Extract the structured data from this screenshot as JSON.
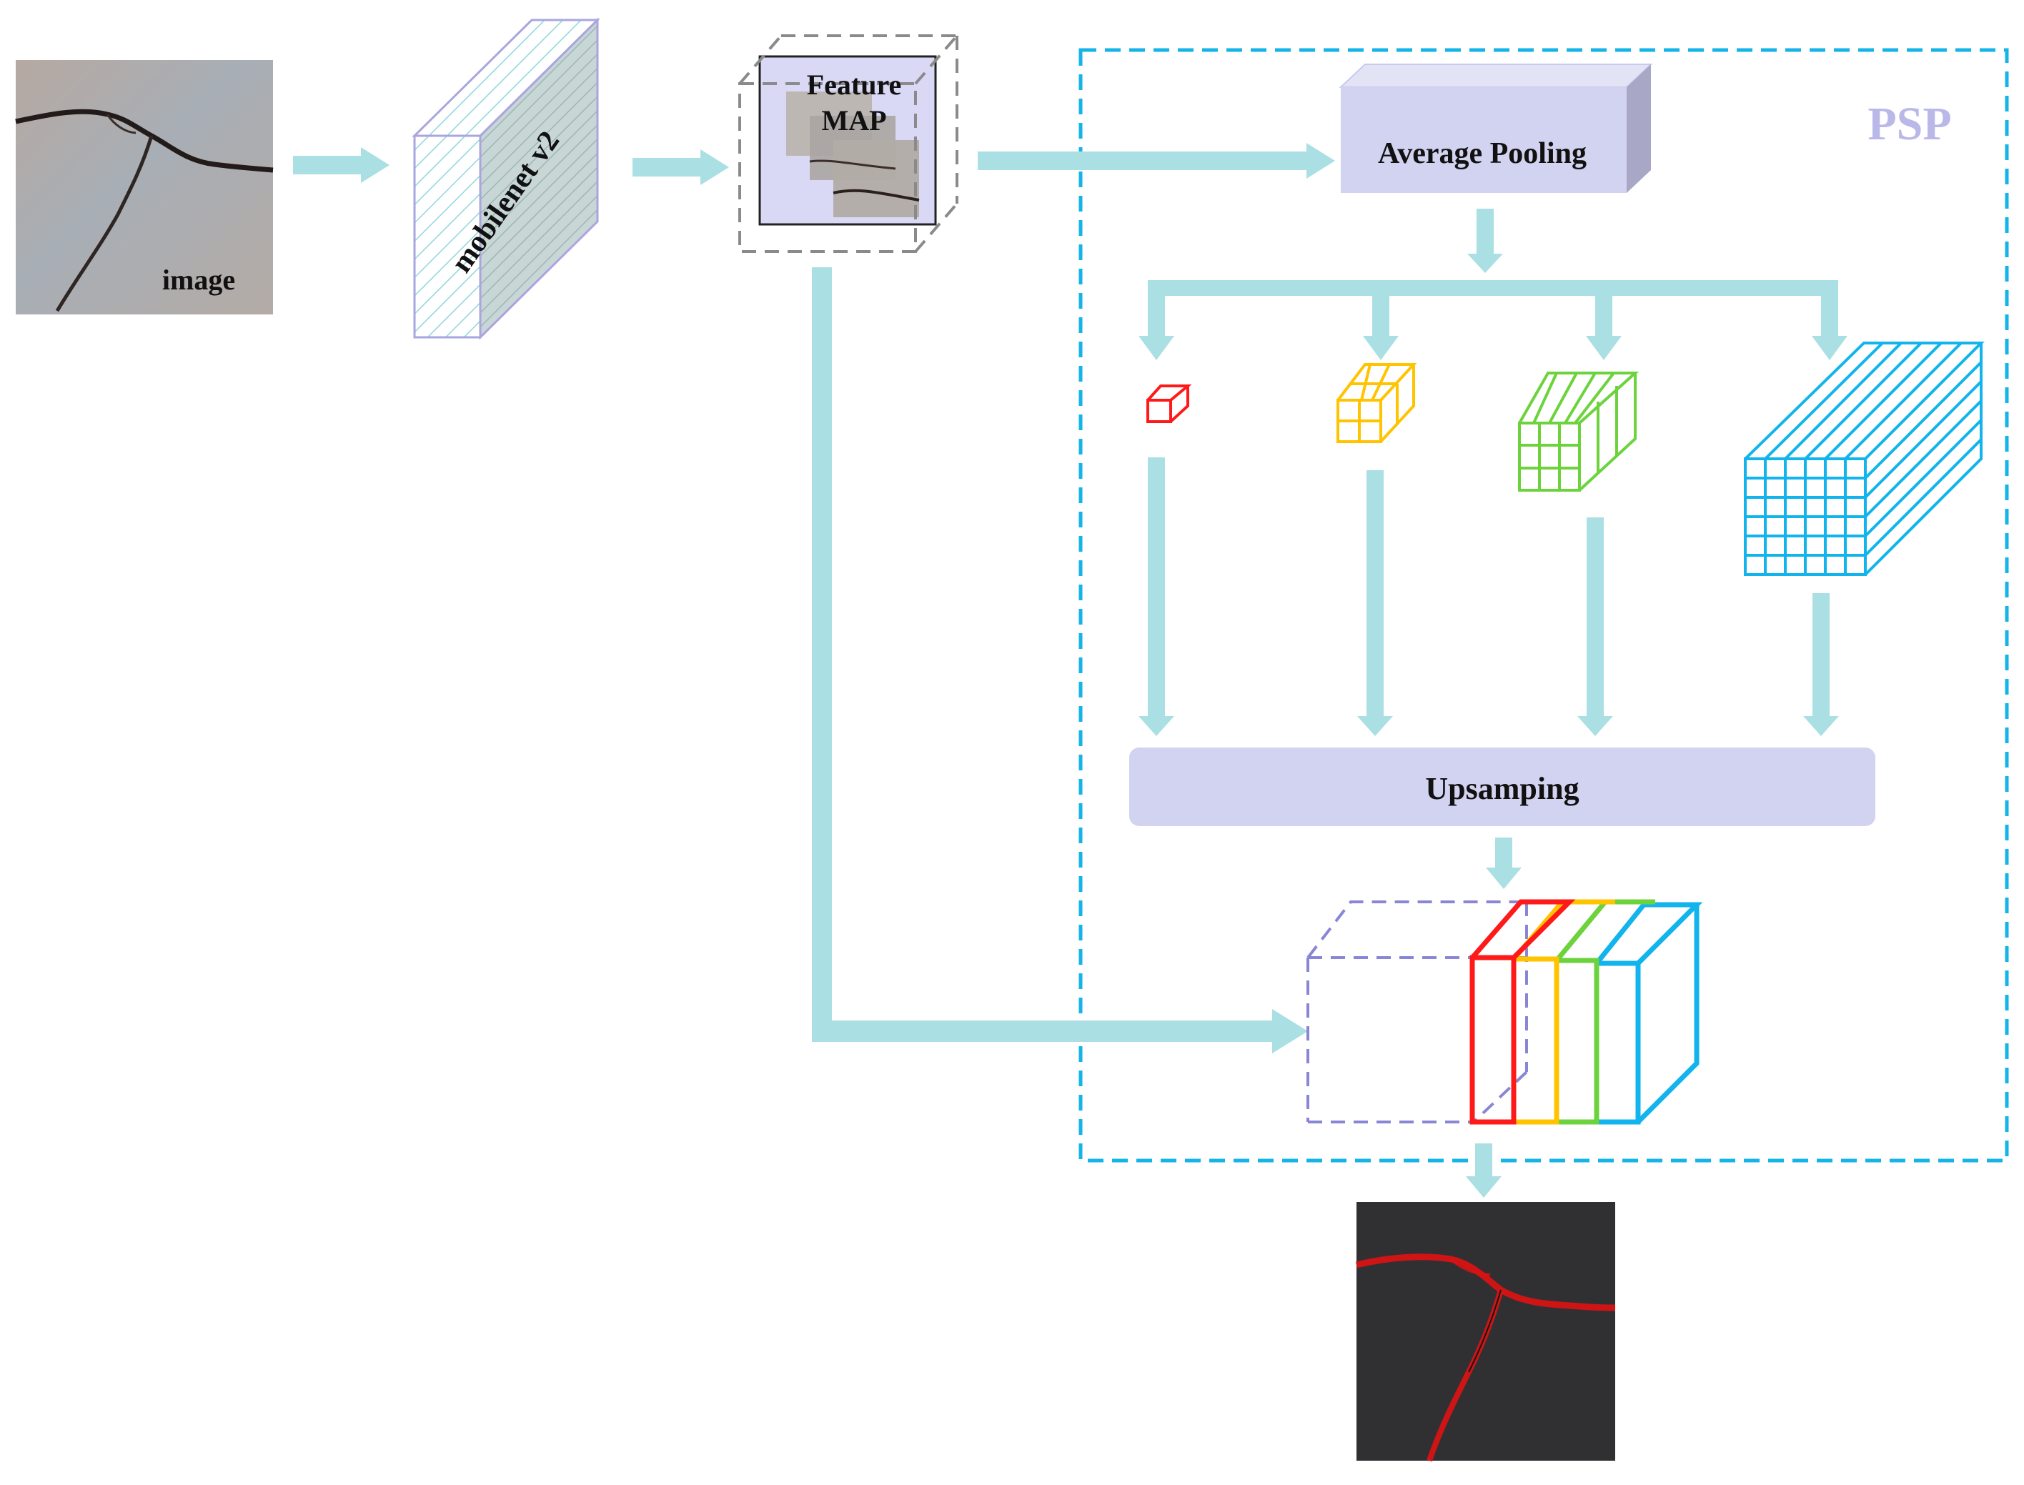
{
  "labels": {
    "input_image": "image",
    "backbone": "mobilenet v2",
    "feature_map_line1": "Feature",
    "feature_map_line2": "MAP",
    "average_pooling": "Average Pooling",
    "upsampling": "Upsamping",
    "psp": "PSP"
  },
  "colors": {
    "arrow": "#aadfe3",
    "box_fill": "#d2d2f1",
    "psp_border": "#15b4e8",
    "psp_label": "#b9b8e8",
    "bin_1": "#ff1a1a",
    "bin_2": "#ffc300",
    "bin_3": "#6cd33c",
    "bin_4": "#11b4ec",
    "concat_dashed": "#8a86d6",
    "crack_overlay": "#e01212"
  },
  "pyramid_bins": [
    1,
    2,
    3,
    6
  ],
  "icons": {
    "input_image": "crack-photo-icon",
    "output_image": "crack-segmentation-icon"
  }
}
